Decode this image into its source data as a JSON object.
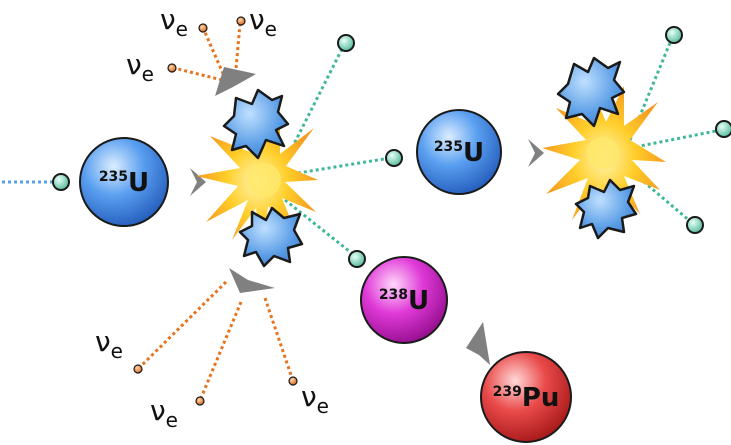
{
  "colors": {
    "uranium235": "#3d86e6",
    "uranium238": "#d81fcf",
    "plutonium239": "#e23b3b",
    "neutron": "#66cbb0",
    "neutrino": "#e8731c",
    "neutron_trail": "#3fb89a",
    "incoming_trail": "#5aa0e6",
    "arrow": "#808080",
    "fragment": "#5a9de6",
    "flash_outer": "#f39a2a",
    "flash_inner": "#ffd02a"
  },
  "nuclei": {
    "u235_first": {
      "mass": "235",
      "symbol": "U"
    },
    "u235_second": {
      "mass": "235",
      "symbol": "U"
    },
    "u238": {
      "mass": "238",
      "symbol": "U"
    },
    "pu239": {
      "mass": "239",
      "symbol": "Pu"
    }
  },
  "neutrino": {
    "symbol": "ν",
    "subscript": "e"
  }
}
